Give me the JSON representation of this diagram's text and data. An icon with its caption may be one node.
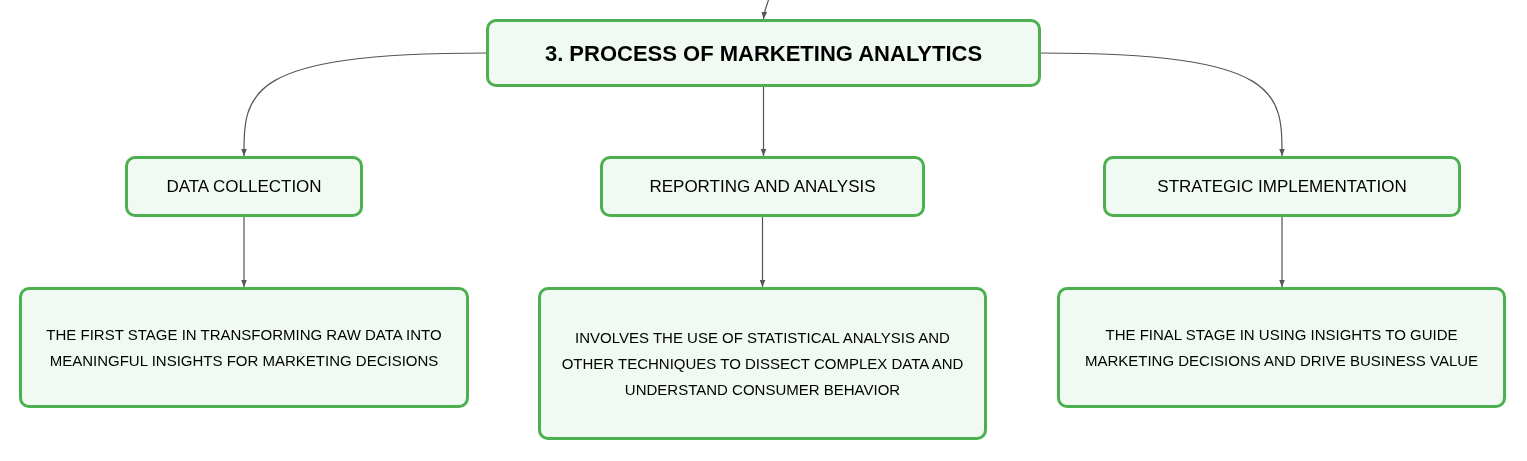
{
  "diagram": {
    "nodes": [
      {
        "text": [
          "3. PROCESS OF MARKETING ANALYTICS"
        ]
      },
      {
        "text": [
          "DATA COLLECTION"
        ]
      },
      {
        "text": [
          "REPORTING AND ANALYSIS"
        ]
      },
      {
        "text": [
          "STRATEGIC IMPLEMENTATION"
        ]
      },
      {
        "text": [
          "THE FIRST STAGE IN TRANSFORMING RAW DATA INTO MEANINGFUL INSIGHTS FOR MARKETING DECISIONS"
        ]
      },
      {
        "text": [
          "INVOLVES THE USE OF STATISTICAL ANALYSIS AND OTHER TECHNIQUES TO DISSECT COMPLEX DATA AND UNDERSTAND CONSUMER BEHAVIOR"
        ]
      },
      {
        "text": [
          "THE FINAL STAGE IN USING INSIGHTS TO GUIDE MARKETING DECISIONS AND DRIVE BUSINESS VALUE"
        ]
      }
    ],
    "edges": [
      {
        "from": null,
        "to": 0,
        "arrow": "to"
      },
      {
        "from": 0,
        "to": 1,
        "arrow": "to"
      },
      {
        "from": 0,
        "to": 2,
        "arrow": "to"
      },
      {
        "from": 0,
        "to": 3,
        "arrow": "to"
      },
      {
        "from": 1,
        "to": 4,
        "arrow": "to"
      },
      {
        "from": 2,
        "to": 5,
        "arrow": "to"
      },
      {
        "from": 3,
        "to": 6,
        "arrow": "to"
      }
    ]
  }
}
